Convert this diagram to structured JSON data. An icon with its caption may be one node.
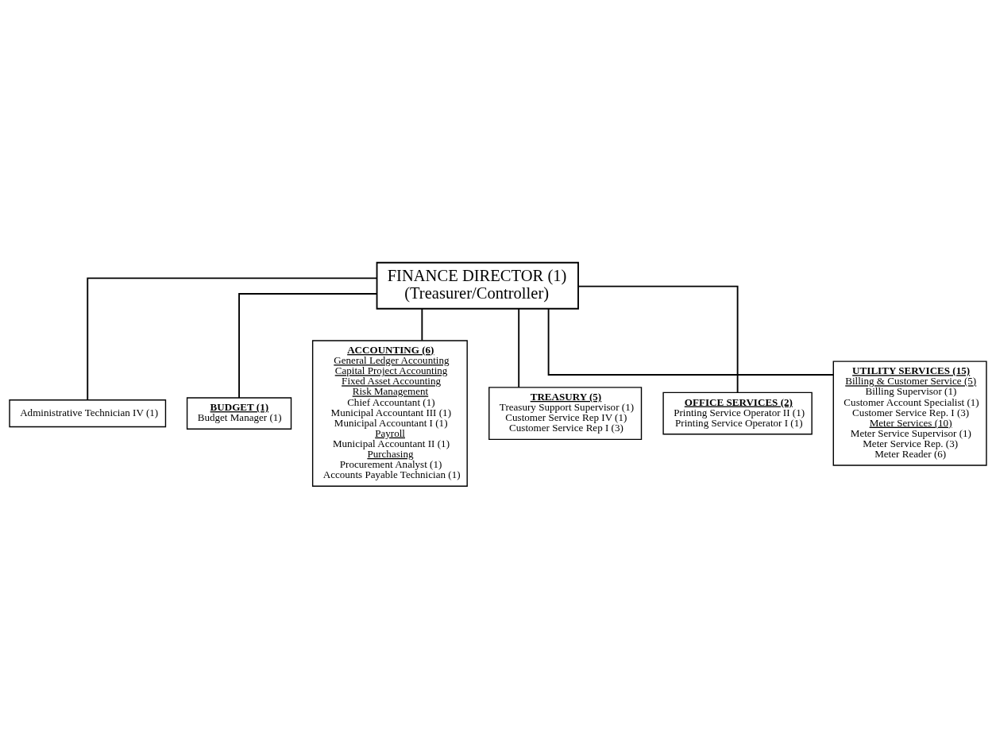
{
  "diagram": {
    "nodes": [
      {
        "text": [
          "FINANCE DIRECTOR (1)",
          "(Treasurer/Controller)"
        ]
      },
      {
        "text": [
          "Administrative Technician IV (1)"
        ]
      },
      {
        "text": [
          "BUDGET (1)",
          "Budget Manager (1)"
        ]
      },
      {
        "text": [
          "ACCOUNTING (6)",
          "General Ledger Accounting",
          "Capital Project Accounting",
          "Fixed Asset Accounting",
          "Risk Management",
          "Chief Accountant (1)",
          "Municipal Accountant III (1)",
          "Municipal Accountant I (1)",
          "Payroll",
          "Municipal Accountant II (1)",
          "Purchasing",
          "Procurement Analyst (1)",
          "Accounts Payable Technician (1)"
        ]
      },
      {
        "text": [
          "TREASURY (5)",
          "Treasury Support Supervisor (1)",
          "Customer Service Rep IV (1)",
          "Customer Service Rep I (3)"
        ]
      },
      {
        "text": [
          "OFFICE SERVICES (2)",
          "Printing Service Operator II (1)",
          "Printing Service Operator I (1)"
        ]
      },
      {
        "text": [
          "UTILITY SERVICES (15)",
          "Billing & Customer Service (5)",
          "Billing Supervisor (1)",
          "Customer Account Specialist (1)",
          "Customer Service Rep. I (3)",
          "Meter Services (10)",
          "Meter Service Supervisor (1)",
          "Meter Service Rep. (3)",
          "Meter Reader (6)"
        ]
      }
    ],
    "edges": [
      {
        "from": 0,
        "to": 1,
        "arrow": "none"
      },
      {
        "from": 0,
        "to": 2,
        "arrow": "none"
      },
      {
        "from": 0,
        "to": 3,
        "arrow": "none"
      },
      {
        "from": 0,
        "to": 4,
        "arrow": "none"
      },
      {
        "from": 0,
        "to": 5,
        "arrow": "none"
      },
      {
        "from": 0,
        "to": 6,
        "arrow": "none"
      }
    ]
  }
}
